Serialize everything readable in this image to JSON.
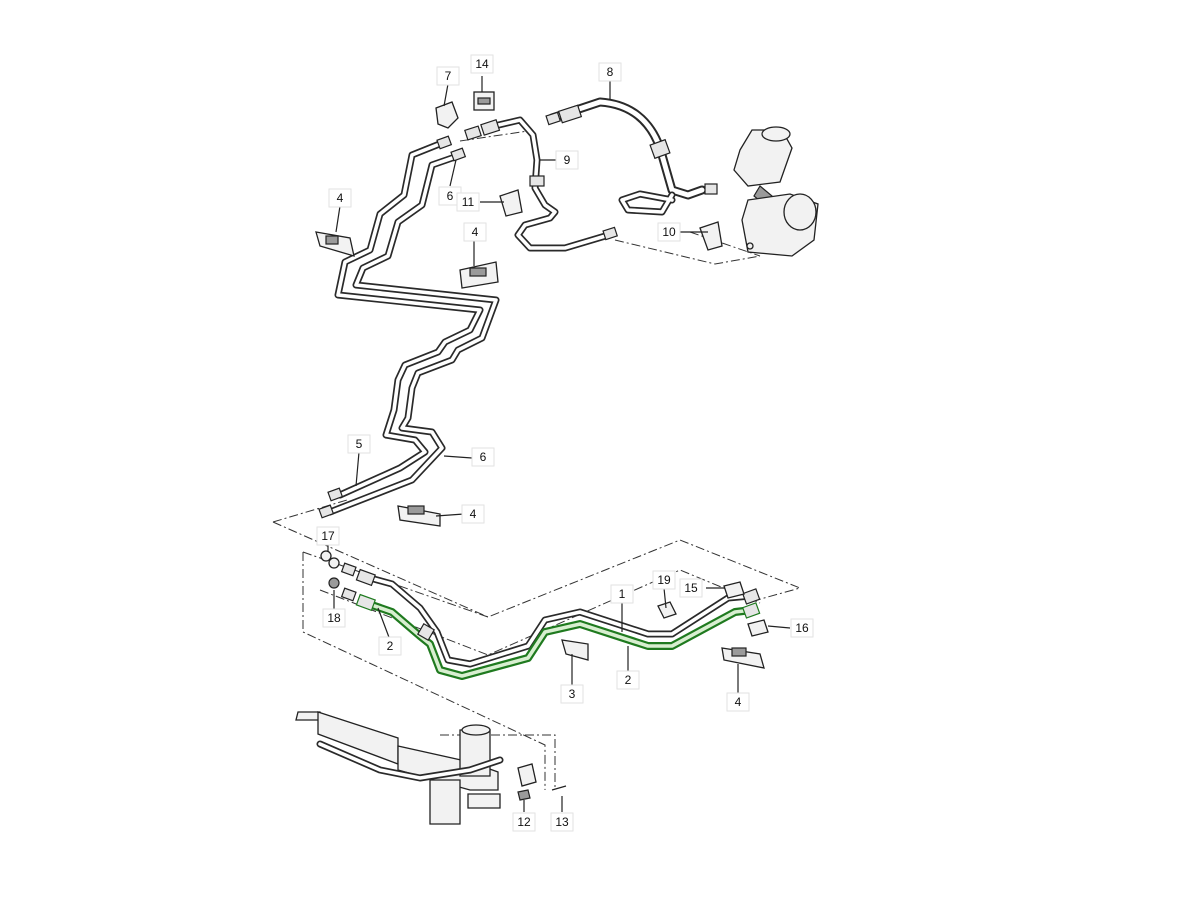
{
  "diagram": {
    "part_labels": [
      "14",
      "7",
      "8",
      "9",
      "6",
      "11",
      "4",
      "10",
      "4",
      "5",
      "6",
      "4",
      "17",
      "19",
      "15",
      "1",
      "16",
      "18",
      "2",
      "2",
      "3",
      "4",
      "12",
      "13"
    ],
    "highlight_color": "#1f7a1f"
  }
}
